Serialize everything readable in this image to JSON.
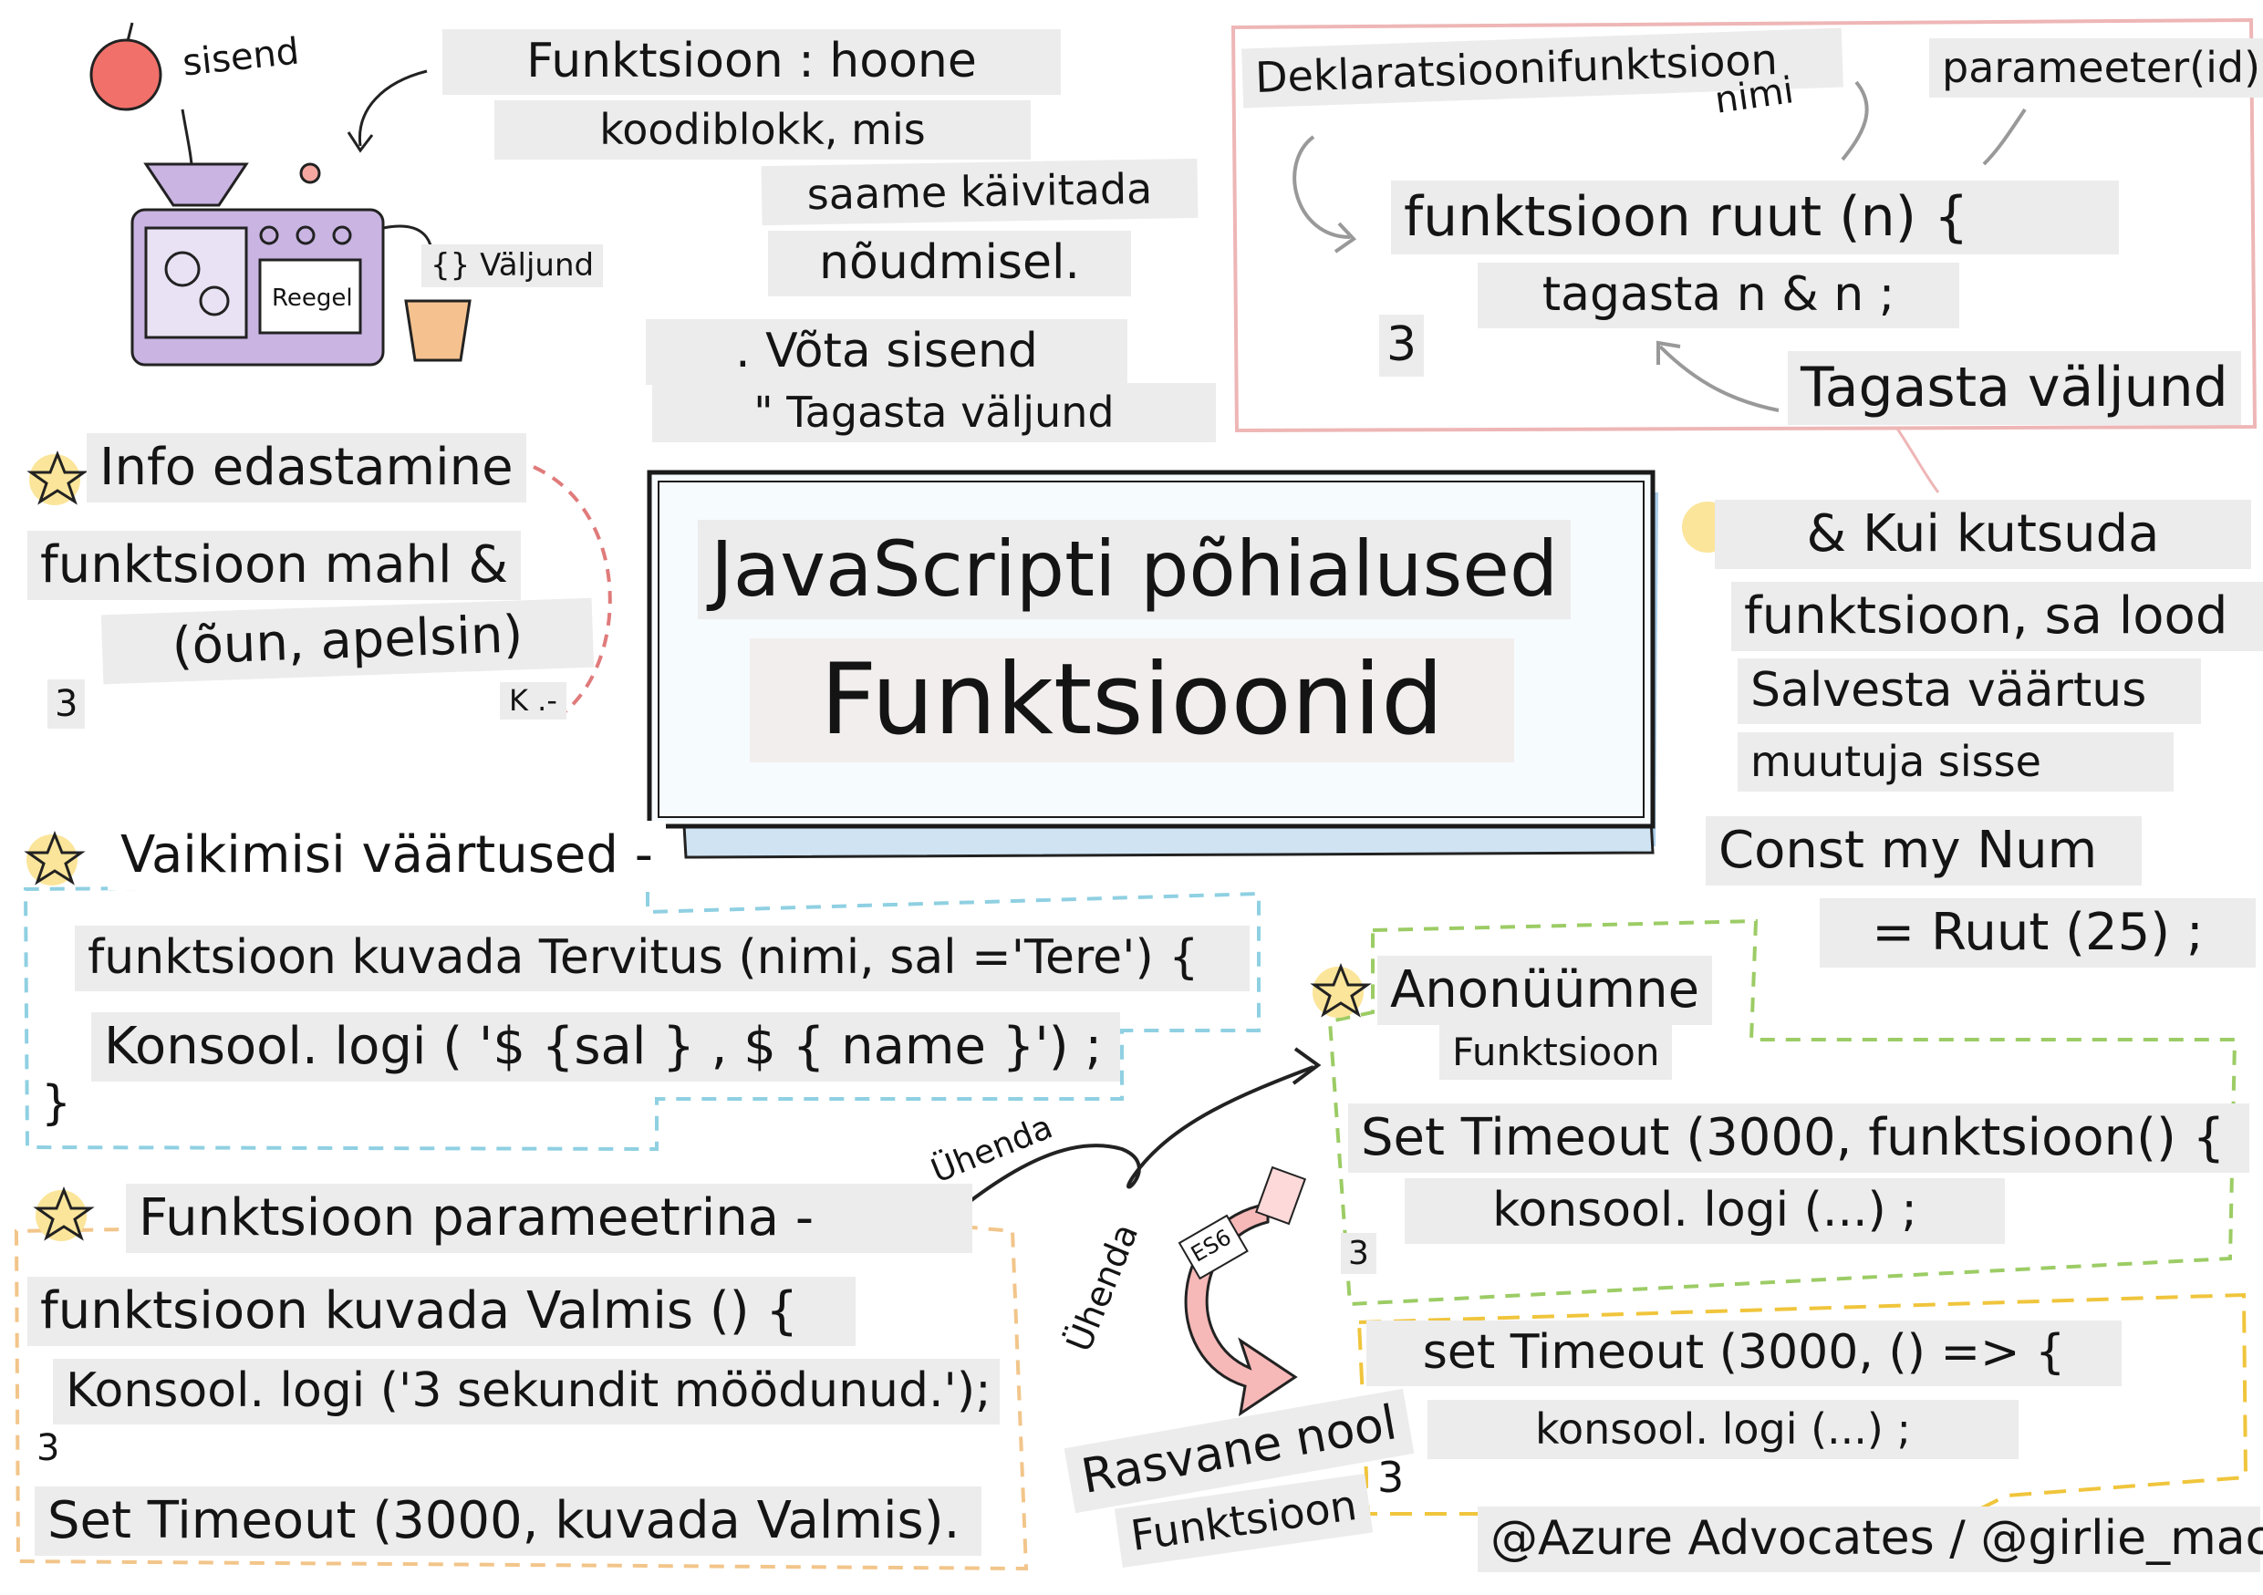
{
  "machine": {
    "input_label": "sisend",
    "rule_label": "Reegel",
    "output_label": "{} Väljund"
  },
  "definition": {
    "line1": "Funktsioon : hoone",
    "line2": "koodiblokk, mis",
    "line3": "saame käivitada",
    "line4": "nõudmisel.",
    "line5": ". Võta sisend",
    "line6": "\" Tagasta väljund"
  },
  "declaration": {
    "title": "Deklaratsioonifunktsioon",
    "name_label": "nimi",
    "params_label": "parameeter(id)",
    "code1": "funktsioon ruut (n) {",
    "code2": "tagasta n & n ;",
    "code3": "3",
    "return_label": "Tagasta väljund"
  },
  "title": {
    "line1": "JavaScripti põhialused",
    "line2": "Funktsioonid"
  },
  "info": {
    "heading": "Info edastamine",
    "code1": "funktsioon mahl &",
    "code2": "(õun, apelsin)",
    "code3": "3",
    "note": "K .-"
  },
  "call": {
    "line1": "& Kui kutsuda",
    "line2": "funktsioon, sa lood",
    "line3": "Salvesta väärtus",
    "line4": "muutuja sisse",
    "code1": "Const my Num",
    "code2": "= Ruut (25) ;"
  },
  "defaults": {
    "heading": "Vaikimisi väärtused -",
    "code1": "funktsioon kuvada Tervitus (nimi, sal ='Tere') {",
    "code2": "Konsool. logi ( '$ {sal } , $ { name }') ;",
    "code3": "}"
  },
  "anonymous": {
    "heading": "Anonüümne",
    "sub": "Funktsioon",
    "code1": "Set Timeout (3000, funktsioon() {",
    "code2": "konsool. logi (...) ;",
    "code3": "3"
  },
  "param_fn": {
    "heading": "Funktsioon parameetrina -",
    "code1": "funktsioon kuvada Valmis () {",
    "code2": "Konsool. logi ('3 sekundit möödunud.');",
    "code3": "3",
    "code4": "Set Timeout (3000, kuvada Valmis)."
  },
  "connectors": {
    "join1": "Ühenda",
    "join2": "Ühenda",
    "es6": "ES6"
  },
  "arrow_fn": {
    "code1": "set Timeout (3000, () => {",
    "code2": "konsool. logi (...) ;",
    "code3": "3",
    "label1": "Rasvane nool",
    "label2": "Funktsioon"
  },
  "credit": "@Azure Advocates / @girlie_mac",
  "colors": {
    "pink_frame": "#eeb6b6",
    "red_dash": "#e07b7b",
    "blue_dash": "#8fd0e2",
    "green_dash": "#9ccc65",
    "orange_dash": "#f2c58a",
    "yellow_dash": "#f0c53c",
    "title_blue": "#a9cdea",
    "star_yellow": "#fbe59a"
  }
}
